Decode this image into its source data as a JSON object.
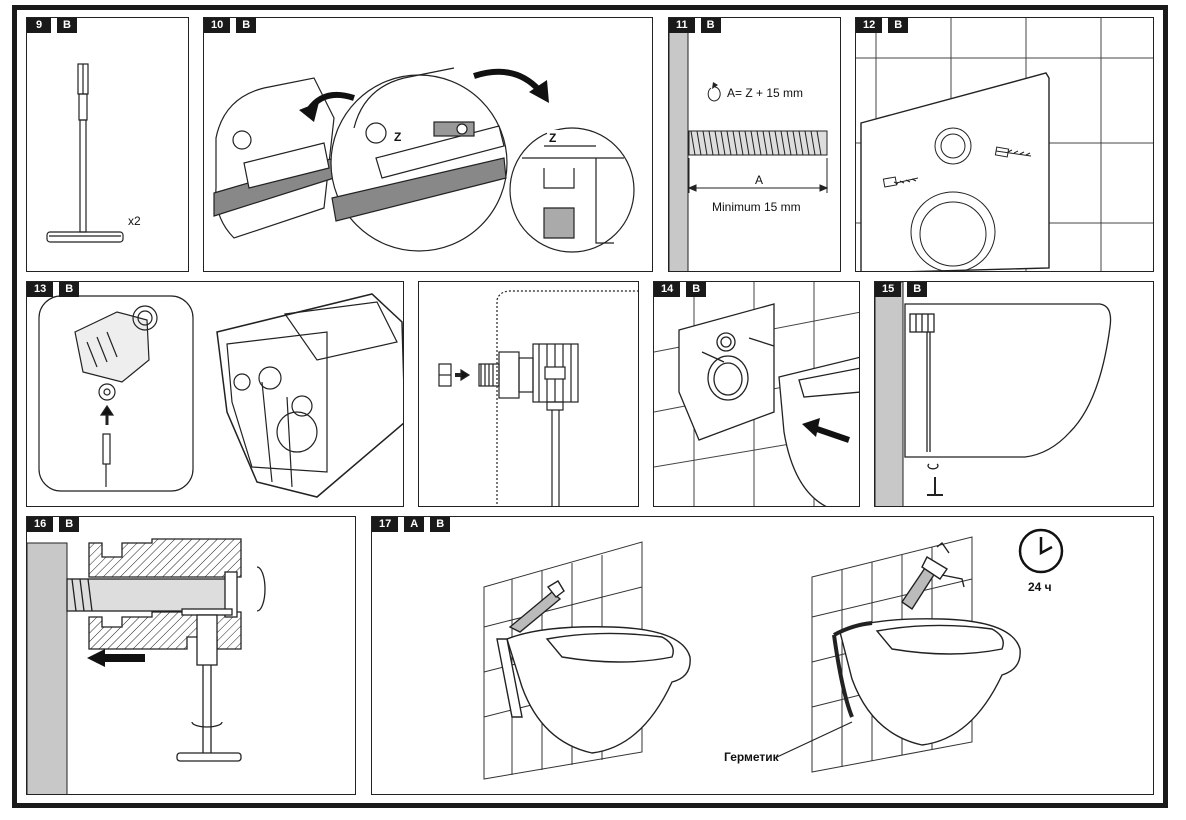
{
  "panels": {
    "p9": {
      "step": "9",
      "variants": [
        "B"
      ],
      "label_x2": "x2"
    },
    "p10": {
      "step": "10",
      "variants": [
        "B"
      ],
      "label_z1": "Z",
      "label_z2": "Z"
    },
    "p11": {
      "step": "11",
      "variants": [
        "B"
      ],
      "formula": "A= Z + 15 mm",
      "dim_a": "A",
      "minimum": "Minimum 15 mm"
    },
    "p12": {
      "step": "12",
      "variants": [
        "B"
      ]
    },
    "p13": {
      "step": "13",
      "variants": [
        "B"
      ]
    },
    "p14": {
      "step": "14",
      "variants": [
        "B"
      ]
    },
    "p15": {
      "step": "15",
      "variants": [
        "B"
      ]
    },
    "p16": {
      "step": "16",
      "variants": [
        "B"
      ]
    },
    "p17": {
      "step": "17",
      "variants": [
        "A",
        "B"
      ],
      "time": "24 ч",
      "sealant": "Герметик"
    }
  },
  "colors": {
    "ink": "#1a1a1a",
    "wall": "#c8c8c8",
    "paper": "#ffffff"
  }
}
